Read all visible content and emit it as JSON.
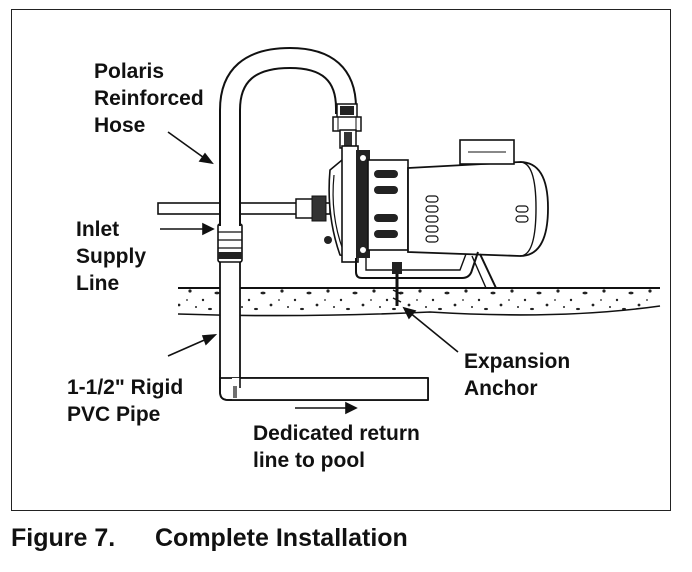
{
  "labels": {
    "hose": [
      "Polaris",
      "Reinforced",
      "Hose"
    ],
    "inlet": [
      "Inlet",
      "Supply",
      "Line"
    ],
    "pvc": [
      "1-1/2\" Rigid",
      "PVC Pipe"
    ],
    "anchor": [
      "Expansion",
      "Anchor"
    ],
    "return_line": [
      "Dedicated return",
      "line to pool"
    ]
  },
  "caption": {
    "number": "Figure 7.",
    "title": "Complete Installation"
  }
}
